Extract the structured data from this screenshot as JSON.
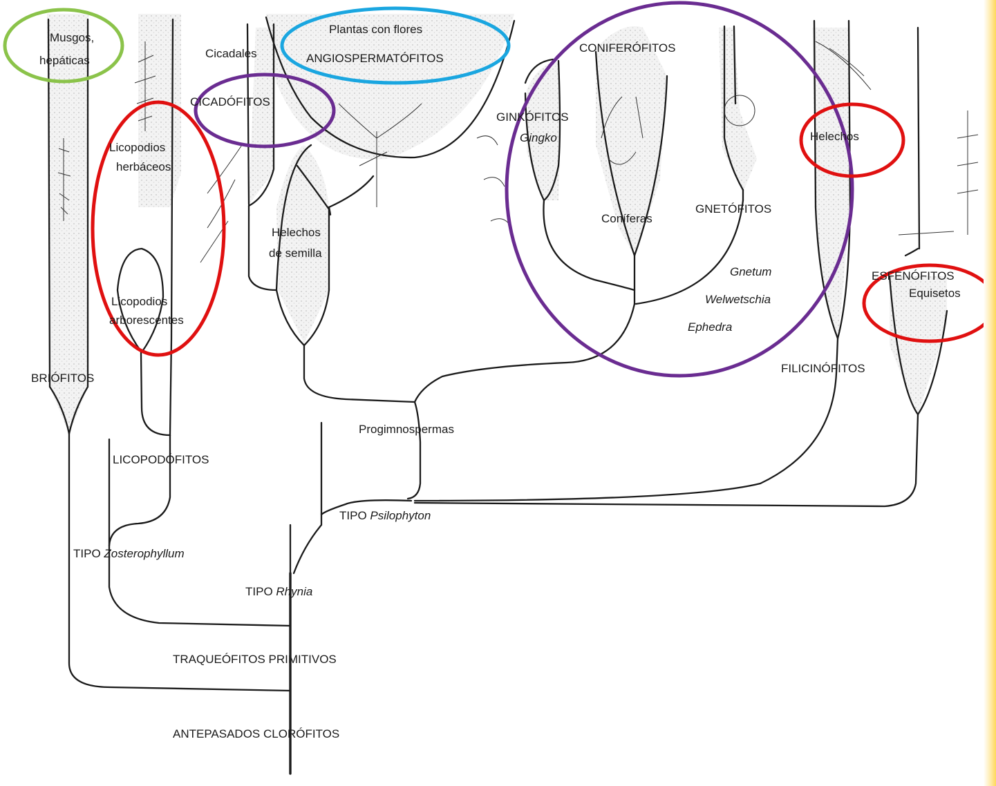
{
  "diagram": {
    "colors": {
      "ink": "#1a1a1a",
      "stipple": "#cfcfcf",
      "fill": "#f3f3f3",
      "green": "#8bc34a",
      "blue": "#1aa6e0",
      "purple": "#6a2c91",
      "red": "#e01010"
    },
    "labels": {
      "musgos": "Musgos,",
      "hepaticas": "hepáticas",
      "plantas_flores": "Plantas con flores",
      "angiospermatofitos": "ANGIOSPERMATÓFITOS",
      "cicadales": "Cicadales",
      "cicadofitos": "CICADÓFITOS",
      "coniferofitos": "CONIFERÓFITOS",
      "ginkofitos": "GINKÓFITOS",
      "gingko": "Gingko",
      "helechos_top": "Helechos",
      "licopodios_herbaceos_1": "Licopodios",
      "licopodios_herbaceos_2": "herbáceos",
      "helechos_semilla_1": "Helechos",
      "helechos_semilla_2": "de semilla",
      "coniferas": "Coníferas",
      "gnetofitos": "GNETÓFITOS",
      "gnetum": "Gnetum",
      "welwetschia": "Welwetschia",
      "ephedra": "Ephedra",
      "esfenofitos": "ESFENÓFITOS",
      "equisetos": "Equisetos",
      "licopodios_arb_1": "Licopodios",
      "licopodios_arb_2": "arborescentes",
      "briofitos": "BRIÓFITOS",
      "filicinofitos": "FILICINÓFITOS",
      "progimnospermas": "Progimnospermas",
      "licopodofitos": "LICOPODÓFITOS",
      "tipo": "TIPO",
      "psilophyton": "Psilophyton",
      "zosterophyllum": "Zosterophyllum",
      "rhynia": "Rhynia",
      "traqueofitos": "TRAQUEÓFITOS PRIMITIVOS",
      "antepasados": "ANTEPASADOS CLORÓFITOS"
    }
  }
}
